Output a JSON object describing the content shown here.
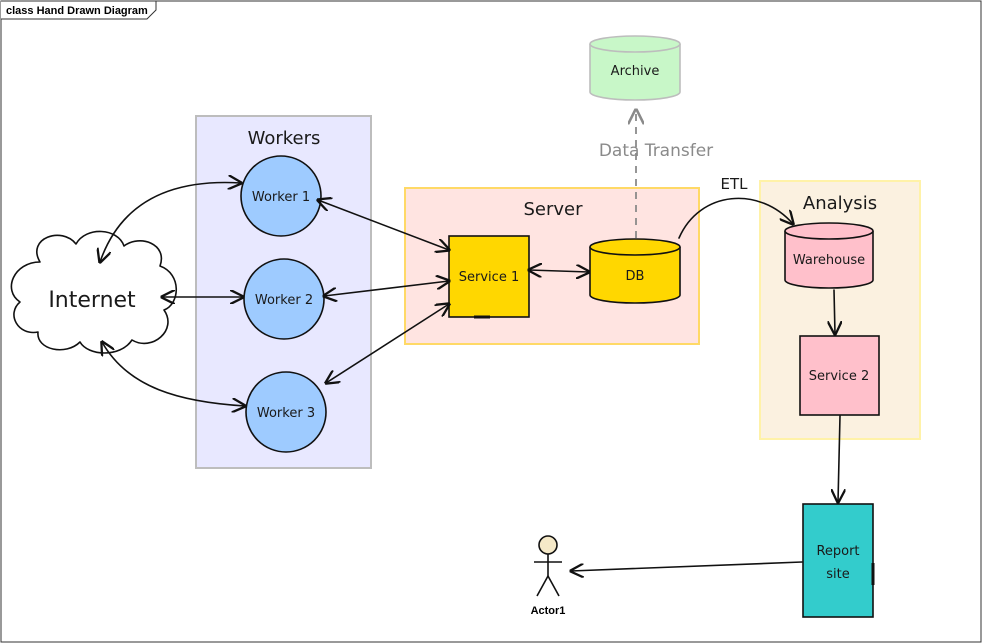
{
  "diagram": {
    "frame_title": "class Hand Drawn Diagram",
    "groups": {
      "workers": "Workers",
      "server": "Server",
      "analysis": "Analysis"
    },
    "nodes": {
      "internet": "Internet",
      "worker1": "Worker 1",
      "worker2": "Worker 2",
      "worker3": "Worker 3",
      "service1": "Service 1",
      "db": "DB",
      "archive": "Archive",
      "warehouse": "Warehouse",
      "service2": "Service 2",
      "report_line1": "Report",
      "report_line2": "site",
      "actor": "Actor1"
    },
    "edge_labels": {
      "data_transfer": "Data Transfer",
      "etl": "ETL"
    },
    "colors": {
      "workers_fill": "#e8e8ff",
      "server_fill": "#ffe4e1",
      "server_border": "#ffd966",
      "analysis_fill": "#fbf1e0",
      "analysis_border": "#fff2a8",
      "worker_fill": "#9ecbff",
      "service1_fill": "#ffd700",
      "db_fill": "#ffd700",
      "archive_fill": "#c8f7c8",
      "warehouse_fill": "#ffc0cb",
      "service2_fill": "#ffc0cb",
      "report_fill": "#33cccc"
    }
  }
}
